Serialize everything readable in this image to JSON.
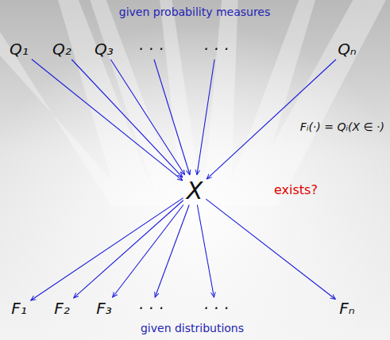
{
  "diagram": {
    "nodes": [
      {
        "text": [
          "Q₁"
        ]
      },
      {
        "text": [
          "Q₂"
        ]
      },
      {
        "text": [
          "Q₃"
        ]
      },
      {
        "text": [
          "· · ·"
        ]
      },
      {
        "text": [
          "· · ·"
        ]
      },
      {
        "text": [
          "Qₙ"
        ]
      },
      {
        "text": [
          "X"
        ]
      },
      {
        "text": [
          "F₁"
        ]
      },
      {
        "text": [
          "F₂"
        ]
      },
      {
        "text": [
          "F₃"
        ]
      },
      {
        "text": [
          "· · ·"
        ]
      },
      {
        "text": [
          "· · ·"
        ]
      },
      {
        "text": [
          "Fₙ"
        ]
      }
    ],
    "edges": [
      {
        "from": 0,
        "to": 6,
        "arrow": "to"
      },
      {
        "from": 1,
        "to": 6,
        "arrow": "to"
      },
      {
        "from": 2,
        "to": 6,
        "arrow": "to"
      },
      {
        "from": 3,
        "to": 6,
        "arrow": "to"
      },
      {
        "from": 4,
        "to": 6,
        "arrow": "to"
      },
      {
        "from": 5,
        "to": 6,
        "arrow": "to"
      },
      {
        "from": 6,
        "to": 7,
        "arrow": "to"
      },
      {
        "from": 6,
        "to": 8,
        "arrow": "to"
      },
      {
        "from": 6,
        "to": 9,
        "arrow": "to"
      },
      {
        "from": 6,
        "to": 10,
        "arrow": "to"
      },
      {
        "from": 6,
        "to": 11,
        "arrow": "to"
      },
      {
        "from": 6,
        "to": 12,
        "arrow": "to"
      }
    ],
    "labels": [
      "given probability measures",
      "Fᵢ(·) = Qᵢ(X ∈ ·)",
      "exists?",
      "given distributions"
    ]
  }
}
